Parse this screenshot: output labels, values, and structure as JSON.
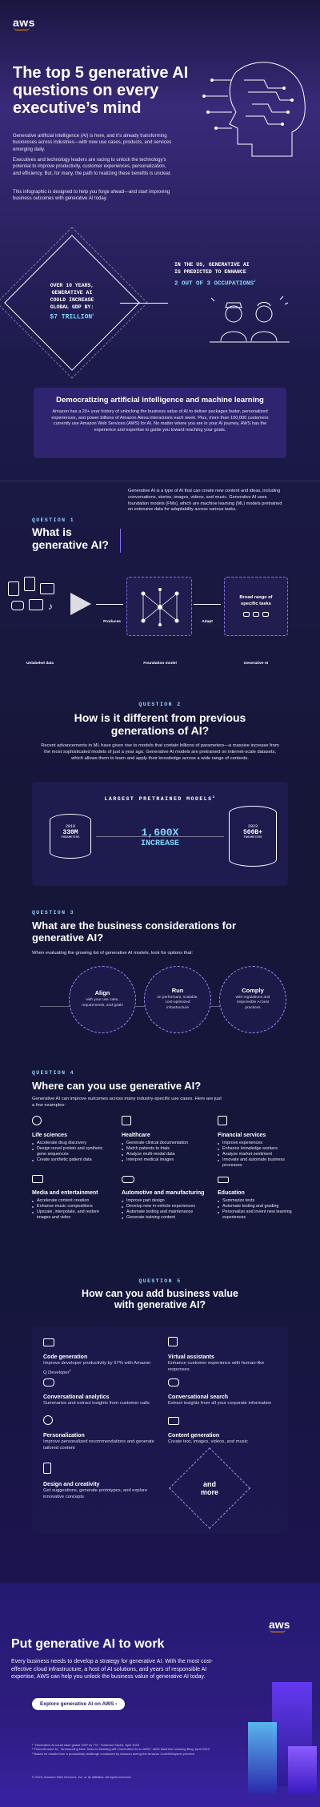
{
  "brand": {
    "logo": "aws"
  },
  "hero": {
    "title": "The top 5 generative AI questions on every executive’s mind",
    "p1": "Generative artificial intelligence (AI) is here, and it’s already transforming businesses across industries—with new use cases, products, and services emerging daily.",
    "p2": "Executives and technology leaders are racing to unlock the technology’s potential to improve productivity, customer experiences, personalization, and efficiency. But, for many, the path to realizing these benefits is unclear.",
    "p3": "This infographic is designed to help you forge ahead—and start improving business outcomes with generative AI today."
  },
  "stat_left": {
    "lines": [
      "OVER 10 YEARS,",
      "GENERATIVE AI",
      "COULD INCREASE",
      "GLOBAL GDP BY:"
    ],
    "value": "$7 TRILLION",
    "sup": "1"
  },
  "stat_right": {
    "lines": [
      "IN THE US, GENERATIVE AI",
      "IS PREDICTED TO ENHANCE"
    ],
    "value": "2 OUT OF 3 OCCUPATIONS",
    "sup": "2"
  },
  "democratizing": {
    "title": "Democratizing artificial intelligence and machine learning",
    "text": "Amazon has a 20+ year history of unlocking the business value of AI to deliver packages faster, personalized experiences, and power billions of Amazon Alexa interactions each week. Plus, more than 100,000 customers currently use Amazon Web Services (AWS) for AI. No matter where you are in your AI journey, AWS has the experience and expertise to guide you toward reaching your goals."
  },
  "q1": {
    "label": "QUESTION 1",
    "title": "What is generative AI?",
    "text": "Generative AI is a type of AI that can create new content and ideas, including conversations, stories, images, videos, and music. Generative AI uses foundation models (FMs), which are machine learning (ML) models pretrained on extensive data for adaptability across various tasks.",
    "flow": {
      "produces": "Produces",
      "adapt": "Adapt",
      "broad": "Broad range of specific tasks"
    },
    "captions": [
      "Unlabeled data",
      "Foundation model",
      "Generative AI"
    ]
  },
  "q2": {
    "label": "QUESTION 2",
    "title": "How is it different from previous generations of AI?",
    "text": "Recent advancements in ML have given rise to models that contain billions of parameters—a massive increase from the most sophisticated models of just a year ago. Generative AI models are pretrained on internet-scale datasets, which allows them to learn and apply their knowledge across a wide range of contexts.",
    "box_title": "LARGEST PRETRAINED MODELS",
    "box_sup": "3",
    "left_year": "2019",
    "left_val": "330M",
    "left_unit": "PARAMETERS",
    "right_year": "2023",
    "right_val": "500B+",
    "right_unit": "PARAMETERS",
    "increase_val": "1,600X",
    "increase_label": "INCREASE"
  },
  "q3": {
    "label": "QUESTION 3",
    "title": "What are the business considerations for generative AI?",
    "intro": "When evaluating the growing list of generative AI models, look for options that:",
    "items": [
      {
        "title": "Align",
        "text": "with your use case, requirements, and goals"
      },
      {
        "title": "Run",
        "text": "on performant, scalable, cost-optimized infrastructure"
      },
      {
        "title": "Comply",
        "text": "with regulations and responsible AI best practices"
      }
    ]
  },
  "q4": {
    "label": "QUESTION 4",
    "title": "Where can you use generative AI?",
    "intro": "Generative AI can improve outcomes across many industry-specific use cases. Here are just a few examples:",
    "industries": [
      {
        "title": "Life sciences",
        "items": [
          "Accelerate drug discovery",
          "Design novel protein and synthetic gene sequences",
          "Create synthetic patient data"
        ]
      },
      {
        "title": "Healthcare",
        "items": [
          "Generate clinical documentation",
          "Match patients to trials",
          "Analyze multi-modal data",
          "Interpret medical images"
        ]
      },
      {
        "title": "Financial services",
        "items": [
          "Improve experiences",
          "Enhance knowledge workers",
          "Analyze market sentiment",
          "Innovate and automate business processes"
        ]
      },
      {
        "title": "Media and entertainment",
        "items": [
          "Accelerate content creation",
          "Enhance music compositions",
          "Upscale, interpolate, and restore images and video"
        ]
      },
      {
        "title": "Automotive and manufacturing",
        "items": [
          "Improve part design",
          "Develop new in-vehicle experiences",
          "Automate testing and maintenance",
          "Generate training content"
        ]
      },
      {
        "title": "Education",
        "items": [
          "Summarize texts",
          "Automate testing and grading",
          "Personalize and invent new learning experiences"
        ]
      }
    ]
  },
  "q5": {
    "label": "QUESTION 5",
    "title": "How can you add business value with generative AI?",
    "cards": [
      {
        "title": "Code generation",
        "text": "Improve developer productivity by 57% with Amazon Q Developer",
        "sup": "4"
      },
      {
        "title": "Virtual assistants",
        "text": "Enhance customer experience with human-like responses"
      },
      {
        "title": "Conversational analytics",
        "text": "Summarize and extract insights from customer calls"
      },
      {
        "title": "Conversational search",
        "text": "Extract insights from all your corporate information"
      },
      {
        "title": "Personalization",
        "text": "Improve personalized recommendations and generate tailored content"
      },
      {
        "title": "Content generation",
        "text": "Create text, images, videos, and music"
      },
      {
        "title": "Design and creativity",
        "text": "Get suggestions, generate prototypes, and explore innovative concepts"
      }
    ],
    "and_more": "and more"
  },
  "cta": {
    "title": "Put generative AI to work",
    "text": "Every business needs to develop a strategy for generative AI. With the most cost-effective cloud infrastructure, a host of AI solutions, and years of responsible AI expertise, AWS can help you unlock the business value of generative AI today.",
    "button": "Explore generative AI on AWS ›"
  },
  "footnotes": [
    "¹ “Generative AI could raise global GDP by 7%,” Goldman Sachs, April 2023",
    "² Fiona Broome M., “Announcing New Tools for Building with Generative AI on AWS,” AWS Machine Learning Blog, April 2023",
    "³ Based on results from a productivity challenge conducted by Amazon during the Amazon CodeWhisperer preview"
  ],
  "copyright": "© 2024, Amazon Web Services, Inc. or its affiliates. All rights reserved."
}
